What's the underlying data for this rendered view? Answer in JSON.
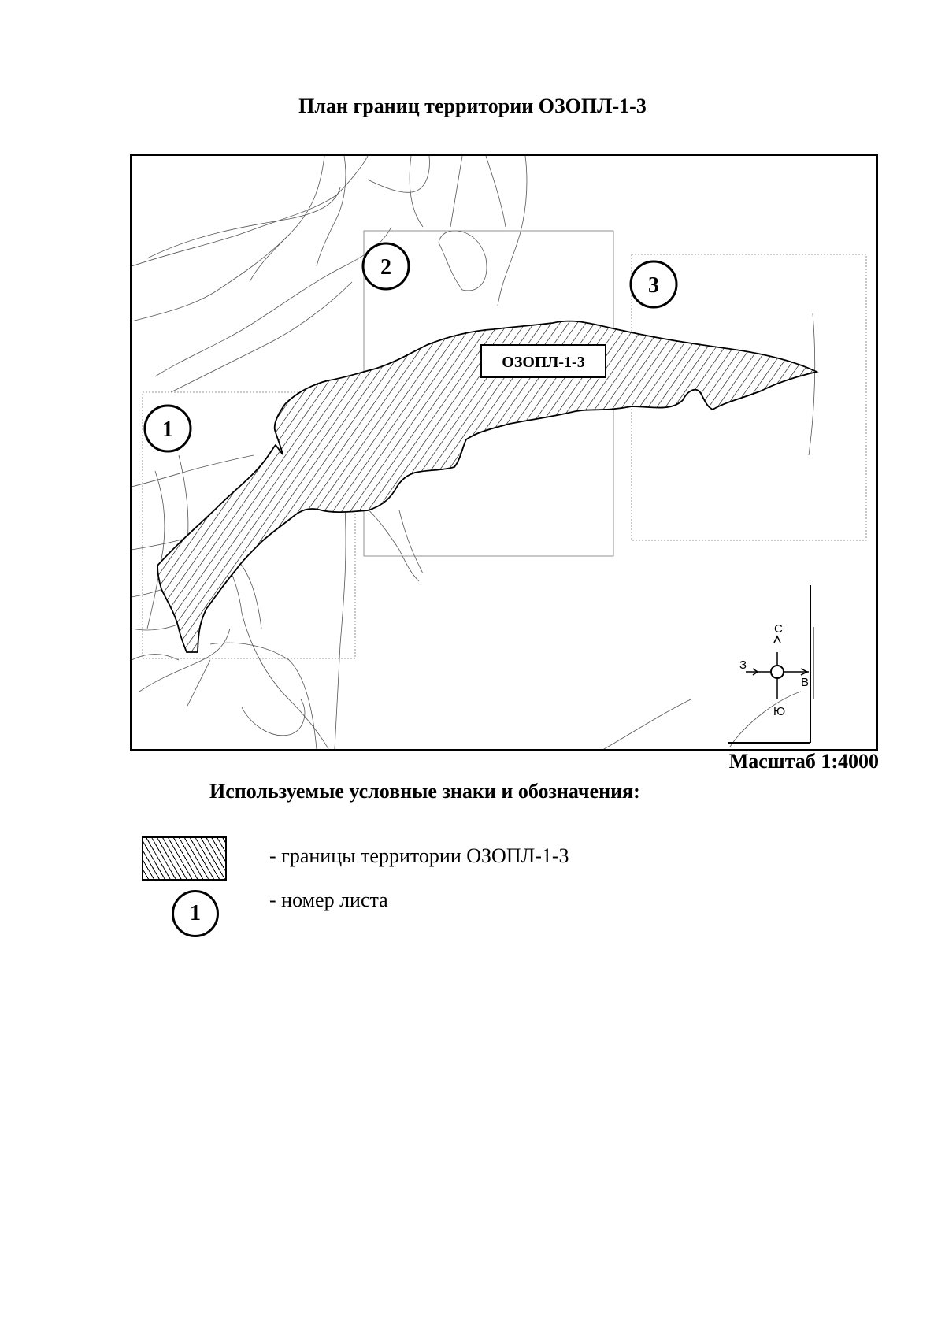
{
  "title": "План границ территории ОЗОПЛ-1-3",
  "map": {
    "territory_label": "ОЗОПЛ-1-3",
    "sheets": [
      "1",
      "2",
      "3"
    ],
    "compass": {
      "north": "С",
      "south": "Ю",
      "east": "В",
      "west": "З"
    },
    "hatch_color": "#000000"
  },
  "scale": "Масштаб 1:4000",
  "legend": {
    "title": "Используемые условные знаки и обозначения:",
    "items": [
      {
        "symbol": "hatch",
        "text": "- границы территории ОЗОПЛ-1-3"
      },
      {
        "symbol": "sheet-number",
        "sample": "1",
        "text": "- номер листа"
      }
    ]
  }
}
